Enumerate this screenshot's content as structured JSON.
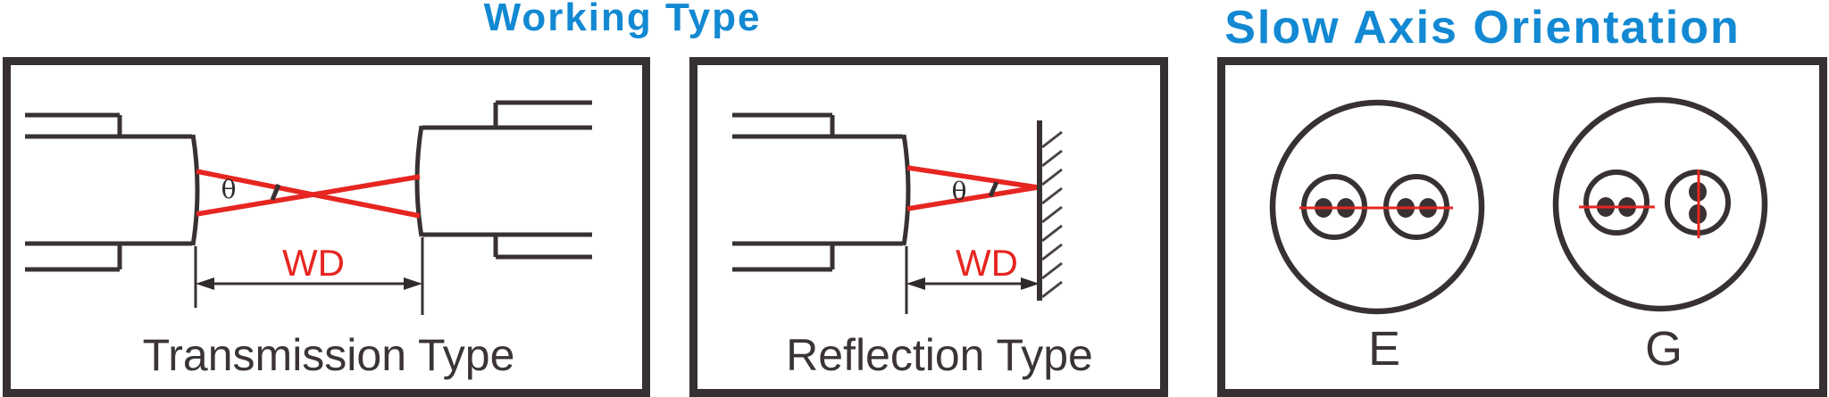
{
  "titles": {
    "working_type": "Working Type",
    "slow_axis_orientation": "Slow Axis Orientation"
  },
  "panels": {
    "transmission": {
      "caption": "Transmission Type",
      "angle_label": "θ",
      "working_distance_label": "WD"
    },
    "reflection": {
      "caption": "Reflection Type",
      "angle_label": "θ",
      "working_distance_label": "WD"
    },
    "slow_axis": {
      "orientation_e_label": "E",
      "orientation_g_label": "G"
    }
  },
  "colors": {
    "title_blue": "#1289d2",
    "beam_red": "#e62621",
    "ink_dark": "#383132",
    "label_gray": "#3b3435"
  }
}
